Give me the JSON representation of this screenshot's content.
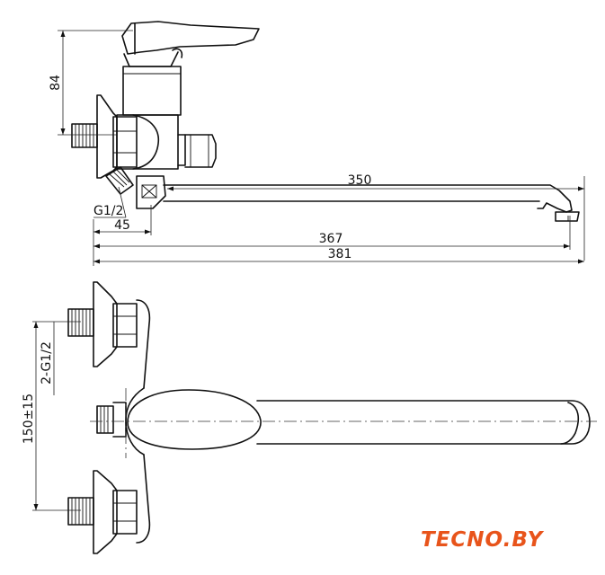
{
  "dimensions": {
    "height_84": "84",
    "length_350": "350",
    "thread_top": "G1/2",
    "offset_45": "45",
    "length_367": "367",
    "length_381": "381",
    "thread_bottom": "2-G1/2",
    "spacing": "150±15"
  },
  "logo": {
    "text": "TECNO.BY",
    "color": "#e8541b"
  }
}
